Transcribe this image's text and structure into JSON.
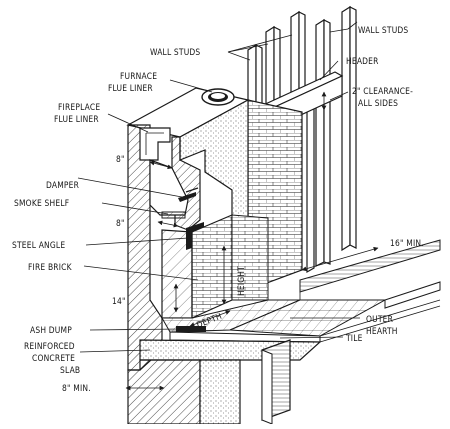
{
  "labels": {
    "wall_studs_left": "WALL STUDS",
    "wall_studs_right": "WALL STUDS",
    "furnace_flue_liner": [
      "FURNACE",
      "FLUE LINER"
    ],
    "header": "HEADER",
    "fireplace_flue_liner": [
      "FIREPLACE",
      "FLUE LINER"
    ],
    "clearance": [
      "2\" CLEARANCE-",
      "ALL SIDES"
    ],
    "dim_8_upper": "8\"",
    "damper": "DAMPER",
    "smoke_shelf": "SMOKE SHELF",
    "dim_8_lower": "8\"",
    "steel_angle": "STEEL ANGLE",
    "fire_brick": "FIRE BRICK",
    "height": "HEIGHT",
    "dim_16_min": "16\" MIN.",
    "depth": "DEPTH",
    "dim_14": "14\"",
    "outer_hearth": [
      "OUTER",
      "HEARTH"
    ],
    "ash_dump": "ASH DUMP",
    "tile": "TILE",
    "reinforced_slab": [
      "REINFORCED",
      "CONCRETE",
      "SLAB"
    ],
    "dim_8_min": "8\" MIN."
  }
}
